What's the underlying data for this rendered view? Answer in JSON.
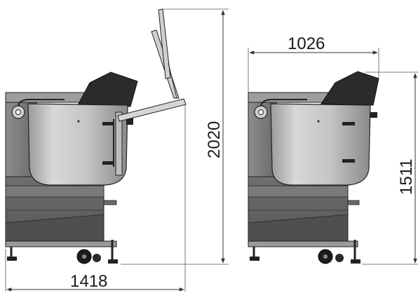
{
  "dimensions": {
    "side_width": "1418",
    "side_height": "2020",
    "front_width": "1026",
    "front_height": "1511"
  },
  "colors": {
    "steel_light": "#e3e3e3",
    "steel_mid": "#b9b9b9",
    "steel_dark": "#7c7c7c",
    "frame_dark": "#5a5a5a",
    "hopper_black": "#2a2a2a",
    "line": "#222222",
    "dim_line": "#444444"
  }
}
